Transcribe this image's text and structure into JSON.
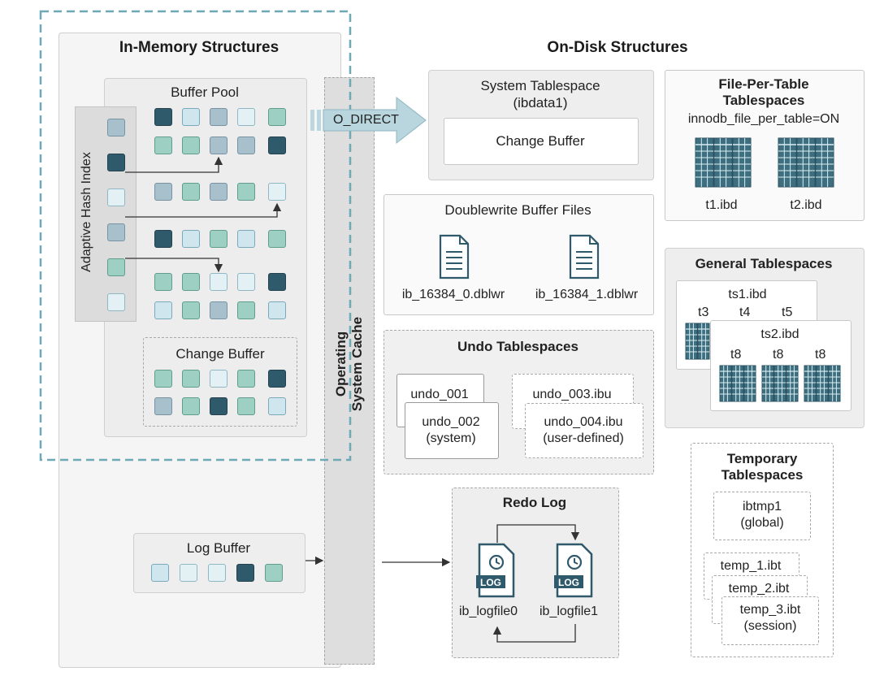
{
  "titles": {
    "in_memory": "In-Memory Structures",
    "on_disk": "On-Disk Structures"
  },
  "in_memory": {
    "buffer_pool": "Buffer Pool",
    "adaptive_hash_index": "Adaptive Hash Index",
    "change_buffer": "Change Buffer",
    "log_buffer": "Log Buffer"
  },
  "os_cache": {
    "line1": "Operating",
    "line2": "System Cache"
  },
  "o_direct": "O_DIRECT",
  "system_tablespace": {
    "title1": "System Tablespace",
    "title2": "(ibdata1)",
    "change_buffer": "Change Buffer"
  },
  "file_per_table": {
    "title1": "File-Per-Table",
    "title2": "Tablespaces",
    "setting": "innodb_file_per_table=ON",
    "t1": "t1.ibd",
    "t2": "t2.ibd"
  },
  "doublewrite": {
    "title": "Doublewrite Buffer Files",
    "file1": "ib_16384_0.dblwr",
    "file2": "ib_16384_1.dblwr"
  },
  "general": {
    "title": "General Tablespaces",
    "ts1": "ts1.ibd",
    "t3": "t3",
    "t4": "t4",
    "t5": "t5",
    "ts2": "ts2.ibd",
    "t8a": "t8",
    "t8b": "t8",
    "t8c": "t8"
  },
  "undo": {
    "title": "Undo Tablespaces",
    "u1": "undo_001",
    "u2a": "undo_002",
    "u2b": "(system)",
    "u3": "undo_003.ibu",
    "u4a": "undo_004.ibu",
    "u4b": "(user-defined)"
  },
  "temporary": {
    "title1": "Temporary",
    "title2": "Tablespaces",
    "ibtmp1a": "ibtmp1",
    "ibtmp1b": "(global)",
    "temp1": "temp_1.ibt",
    "temp2": "temp_2.ibt",
    "temp3a": "temp_3.ibt",
    "temp3b": "(session)"
  },
  "redo": {
    "title": "Redo Log",
    "log_label": "LOG",
    "file0": "ib_logfile0",
    "file1": "ib_logfile1"
  },
  "colors": {
    "accent": "#6fa8b6",
    "dark_block": "#2f5a6c",
    "teal_block": "#9dcfc2",
    "grey_block": "#a8bfcc",
    "light_block": "#cfe6ee"
  }
}
